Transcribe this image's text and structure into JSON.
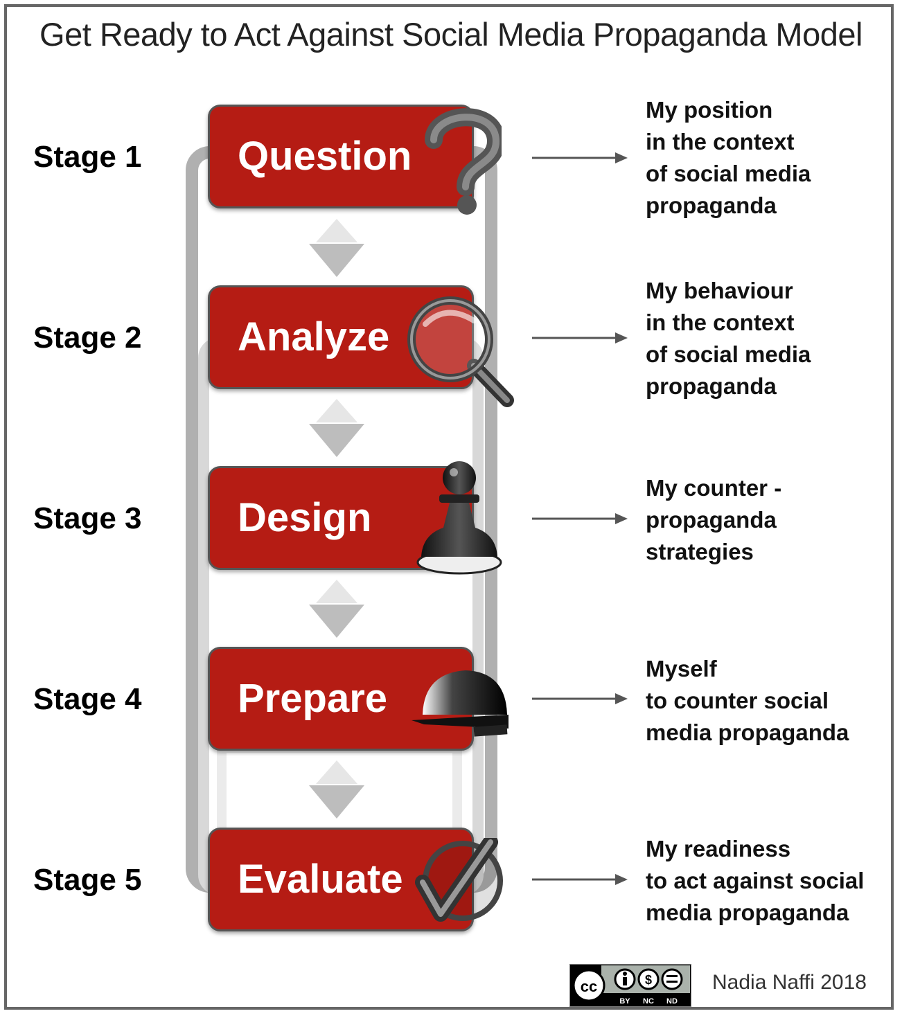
{
  "title": "Get Ready to Act Against Social Media Propaganda Model",
  "stages": [
    {
      "label": "Stage 1",
      "step": "Question",
      "icon": "question-mark-icon",
      "desc": [
        "My position",
        "in the context",
        "of social media",
        "propaganda"
      ]
    },
    {
      "label": "Stage 2",
      "step": "Analyze",
      "icon": "magnifying-glass-icon",
      "desc": [
        "My behaviour",
        "in the context",
        "of social media",
        "propaganda"
      ]
    },
    {
      "label": "Stage 3",
      "step": "Design",
      "icon": "chess-pawn-icon",
      "desc": [
        "My counter -",
        "propaganda",
        "strategies"
      ]
    },
    {
      "label": "Stage 4",
      "step": "Prepare",
      "icon": "hard-hat-icon",
      "desc": [
        "Myself",
        "to counter social",
        "media propaganda"
      ]
    },
    {
      "label": "Stage 5",
      "step": "Evaluate",
      "icon": "checkmark-icon",
      "desc": [
        "My readiness",
        "to act against social",
        "media propaganda"
      ]
    }
  ],
  "license": {
    "cc": "cc",
    "tags": [
      "BY",
      "NC",
      "ND"
    ]
  },
  "author": "Nadia Naffi 2018",
  "colors": {
    "box": "#b51c14",
    "loop": "#b8b8b8",
    "arrow": "#555555",
    "frame": "#666666"
  }
}
